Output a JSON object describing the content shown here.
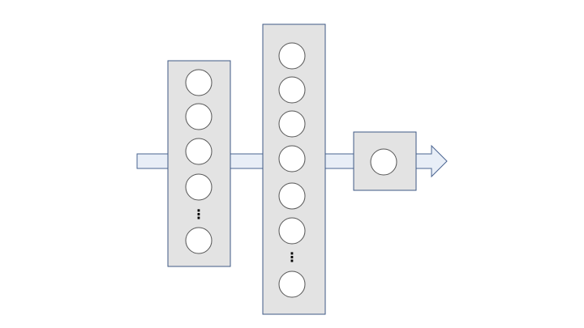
{
  "diagram": {
    "layers": [
      {
        "nodes_before_ellipsis": 4,
        "nodes_after_ellipsis": 1,
        "ellipsis": "⋮"
      },
      {
        "nodes_before_ellipsis": 6,
        "nodes_after_ellipsis": 1,
        "ellipsis": "⋮"
      },
      {
        "nodes_before_ellipsis": 1,
        "nodes_after_ellipsis": 0,
        "ellipsis": ""
      }
    ],
    "colors": {
      "arrow_fill": "#e8eef7",
      "arrow_stroke": "#4a6491",
      "layer_fill": "#e3e3e3",
      "layer_stroke": "#3f5a86",
      "node_fill": "#ffffff",
      "node_stroke": "#555555",
      "ellipsis": "#000000"
    }
  }
}
